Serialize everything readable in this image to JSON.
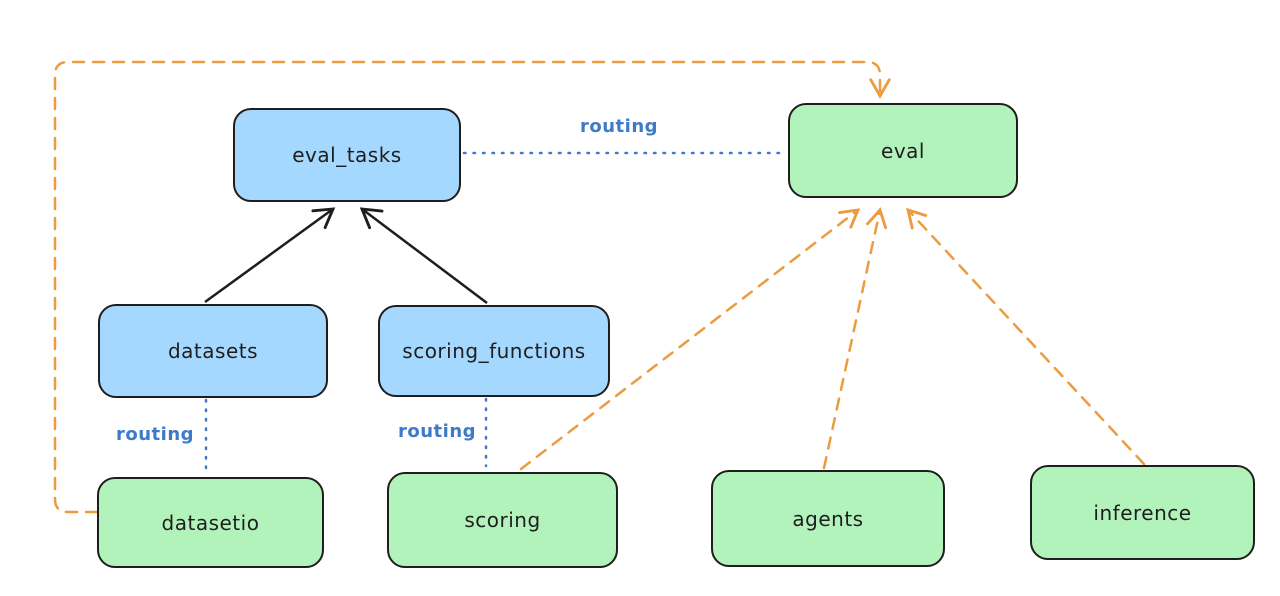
{
  "diagram": {
    "nodes": {
      "eval_tasks": {
        "label": "eval_tasks",
        "fill": "blue"
      },
      "eval": {
        "label": "eval",
        "fill": "green"
      },
      "datasets": {
        "label": "datasets",
        "fill": "blue"
      },
      "scoring_functions": {
        "label": "scoring_functions",
        "fill": "blue"
      },
      "datasetio": {
        "label": "datasetio",
        "fill": "green"
      },
      "scoring": {
        "label": "scoring",
        "fill": "green"
      },
      "agents": {
        "label": "agents",
        "fill": "green"
      },
      "inference": {
        "label": "inference",
        "fill": "green"
      }
    },
    "edge_labels": {
      "routing": "routing"
    },
    "edges": [
      {
        "from": "datasets",
        "to": "eval_tasks",
        "style": "solid-black-arrow"
      },
      {
        "from": "scoring_functions",
        "to": "eval_tasks",
        "style": "solid-black-arrow"
      },
      {
        "from": "eval_tasks",
        "to": "eval",
        "style": "dotted-blue",
        "label": "routing"
      },
      {
        "from": "datasets",
        "to": "datasetio",
        "style": "dotted-blue",
        "label": "routing"
      },
      {
        "from": "scoring_functions",
        "to": "scoring",
        "style": "dotted-blue",
        "label": "routing"
      },
      {
        "from": "datasetio",
        "to": "eval",
        "style": "dashed-orange-arrow",
        "route": "around-top-left"
      },
      {
        "from": "scoring",
        "to": "eval",
        "style": "dashed-orange-arrow"
      },
      {
        "from": "agents",
        "to": "eval",
        "style": "dashed-orange-arrow"
      },
      {
        "from": "inference",
        "to": "eval",
        "style": "dashed-orange-arrow"
      }
    ]
  },
  "colors": {
    "box_blue": "#a5d8ff",
    "box_green": "#b2f2bb",
    "stroke_dark": "#1e1e1e",
    "routing_blue": "#3d7bc8",
    "orange": "#ec9b40",
    "background": "#ffffff"
  }
}
